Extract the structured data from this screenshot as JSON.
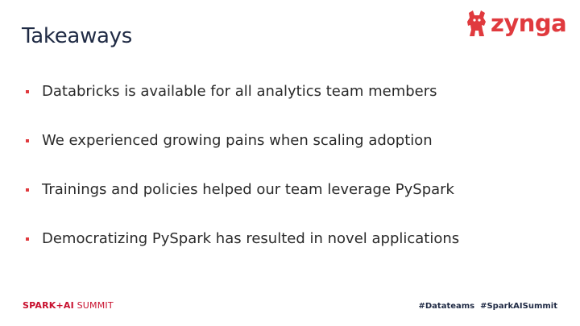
{
  "slide": {
    "title": "Takeaways",
    "logo_text": "zynga",
    "bullets": [
      {
        "text": "Databricks is available for all analytics team members"
      },
      {
        "text": "We experienced growing pains when scaling adoption"
      },
      {
        "text": "Trainings and policies helped our team leverage PySpark"
      },
      {
        "text": "Democratizing PySpark has resulted in novel applications"
      }
    ],
    "footer": {
      "brand_bold": "SPARK+AI",
      "brand_light": " SUMMIT",
      "hashtags": "#Datateams  #SparkAISummit"
    }
  },
  "colors": {
    "accent": "#e03a3e",
    "title": "#1f2a44",
    "text": "#2a2a2a"
  },
  "icons": {
    "logo": "zynga-dog-icon",
    "bullet": "square-bullet"
  }
}
